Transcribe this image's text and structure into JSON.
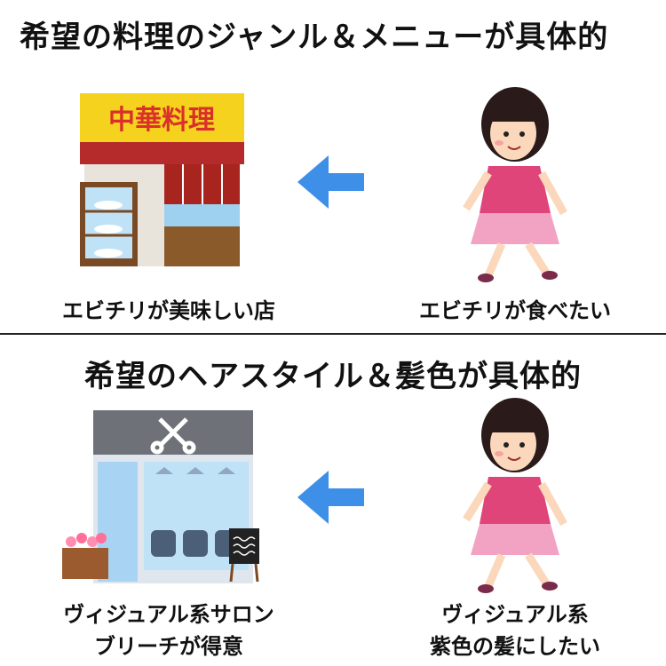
{
  "section1": {
    "title": "希望の料理のジャンル＆メニューが具体的",
    "shop_sign": "中華料理",
    "shop_caption": "エビチリが美味しい店",
    "person_caption": "エビチリが食べたい"
  },
  "section2": {
    "title": "希望のヘアスタイル＆髪色が具体的",
    "shop_caption_line1": "ヴィジュアル系サロン",
    "shop_caption_line2": "ブリーチが得意",
    "person_caption_line1": "ヴィジュアル系",
    "person_caption_line2": "紫色の髪にしたい"
  },
  "colors": {
    "arrow": "#3d8fe8",
    "sign_bg": "#f5d21e",
    "sign_text": "#d9302c",
    "shirt": "#e0457a",
    "skirt": "#f2a3c4",
    "hair": "#2a1a1a"
  }
}
